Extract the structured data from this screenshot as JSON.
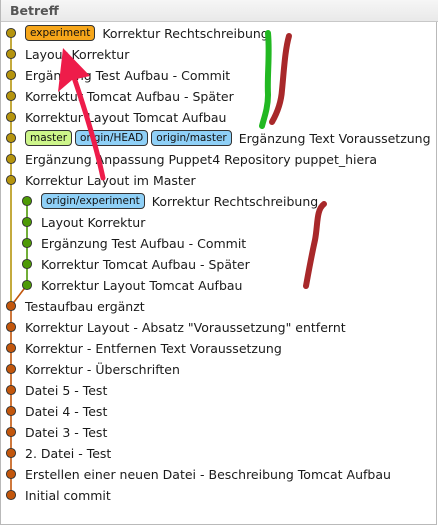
{
  "header": {
    "title": "Betreff"
  },
  "colors": {
    "lane_main": "#b5940e",
    "lane_feature": "#4e9a06",
    "lane_old": "#c2560c",
    "annotation_red": "#ee1c4a",
    "annotation_green": "#22b822",
    "annotation_darkred": "#a8282a"
  },
  "commits": [
    {
      "lane": "main",
      "refs": [
        {
          "label": "experiment",
          "kind": "local-exp"
        }
      ],
      "message": "Korrektur Rechtschreibung"
    },
    {
      "lane": "main",
      "refs": [],
      "message": "Layout Korrektur"
    },
    {
      "lane": "main",
      "refs": [],
      "message": "Ergänzung Test Aufbau - Commit"
    },
    {
      "lane": "main",
      "refs": [],
      "message": "Korrektur Tomcat Aufbau - Später"
    },
    {
      "lane": "main",
      "refs": [],
      "message": "Korrektur Layout Tomcat Aufbau"
    },
    {
      "lane": "main",
      "refs": [
        {
          "label": "master",
          "kind": "local-master"
        },
        {
          "label": "origin/HEAD",
          "kind": "remote"
        },
        {
          "label": "origin/master",
          "kind": "remote"
        }
      ],
      "message": "Ergänzung Text Voraussetzung"
    },
    {
      "lane": "main",
      "refs": [],
      "message": "Ergänzung Anpassung Puppet4 Repository puppet_hiera"
    },
    {
      "lane": "main",
      "refs": [],
      "message": "Korrektur Layout im Master"
    },
    {
      "lane": "feature",
      "refs": [
        {
          "label": "origin/experiment",
          "kind": "remote"
        }
      ],
      "message": "Korrektur Rechtschreibung"
    },
    {
      "lane": "feature",
      "refs": [],
      "message": "Layout Korrektur"
    },
    {
      "lane": "feature",
      "refs": [],
      "message": "Ergänzung Test Aufbau - Commit"
    },
    {
      "lane": "feature",
      "refs": [],
      "message": "Korrektur Tomcat Aufbau - Später"
    },
    {
      "lane": "feature",
      "refs": [],
      "message": "Korrektur Layout Tomcat Aufbau"
    },
    {
      "lane": "old",
      "refs": [],
      "message": "Testaufbau ergänzt"
    },
    {
      "lane": "old",
      "refs": [],
      "message": "Korrektur Layout - Absatz \"Voraussetzung\" entfernt"
    },
    {
      "lane": "old",
      "refs": [],
      "message": "Korrektur - Entfernen Text Voraussetzung"
    },
    {
      "lane": "old",
      "refs": [],
      "message": "Korrektur - Überschriften"
    },
    {
      "lane": "old",
      "refs": [],
      "message": "Datei 5 - Test"
    },
    {
      "lane": "old",
      "refs": [],
      "message": "Datei 4 - Test"
    },
    {
      "lane": "old",
      "refs": [],
      "message": "Datei 3 - Test"
    },
    {
      "lane": "old",
      "refs": [],
      "message": "2. Datei - Test"
    },
    {
      "lane": "old",
      "refs": [],
      "message": "Erstellen einer neuen Datei - Beschreibung Tomcat Aufbau"
    },
    {
      "lane": "old",
      "refs": [],
      "message": "Initial commit"
    }
  ]
}
